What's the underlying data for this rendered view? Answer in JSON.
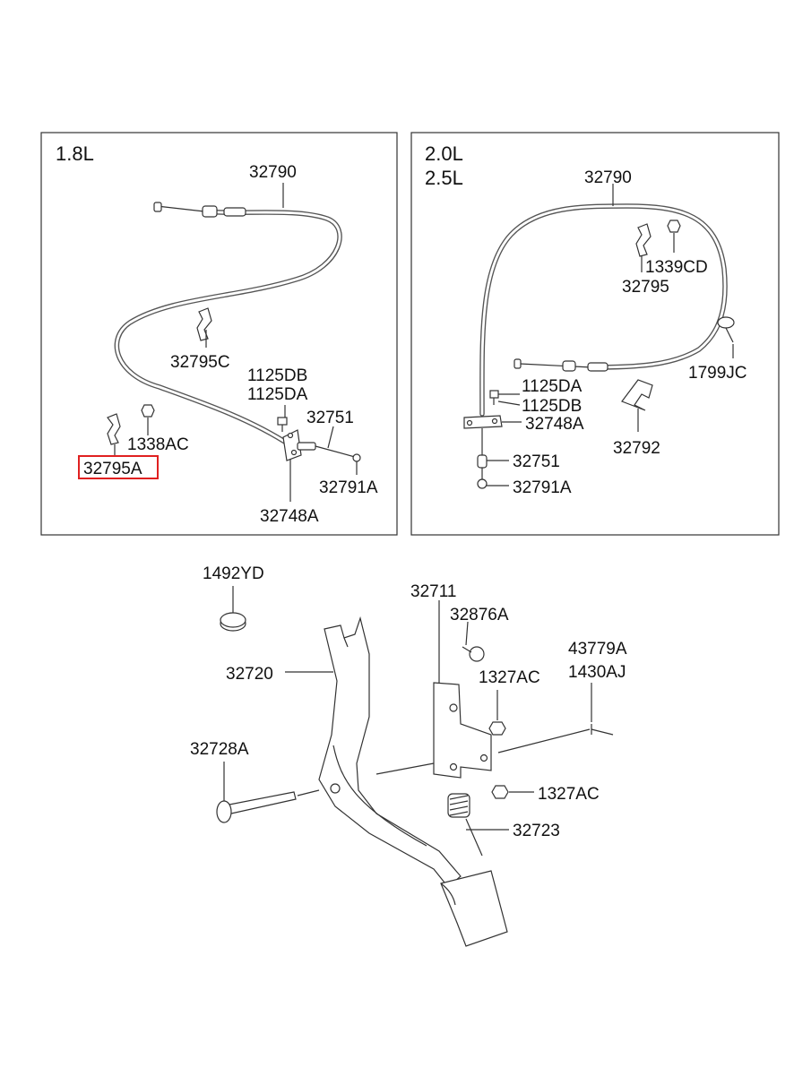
{
  "panels": {
    "left": {
      "engine": "1.8L"
    },
    "right": {
      "engine_line1": "2.0L",
      "engine_line2": "2.5L"
    }
  },
  "left_labels": {
    "cable": "32790",
    "clip_c": "32795C",
    "bolt_db": "1125DB",
    "bolt_da": "1125DA",
    "rod": "32751",
    "nut": "1338AC",
    "clip_a": "32795A",
    "end": "32791A",
    "bracket": "32748A"
  },
  "right_labels": {
    "cable": "32790",
    "nut": "1339CD",
    "clip": "32795",
    "grommet": "1799JC",
    "bolt_da": "1125DA",
    "bolt_db": "1125DB",
    "bracket": "32748A",
    "clip_2": "32792",
    "rod": "32751",
    "end": "32791A"
  },
  "lower_labels": {
    "cap": "1492YD",
    "bracket": "32711",
    "bolt": "32876A",
    "pedal_arm": "32720",
    "nut_upper": "1327AC",
    "pin_1": "43779A",
    "pin_2": "1430AJ",
    "pivot_bolt": "32728A",
    "nut_lower": "1327AC",
    "spring": "32723"
  },
  "highlight_color": "#e02020"
}
